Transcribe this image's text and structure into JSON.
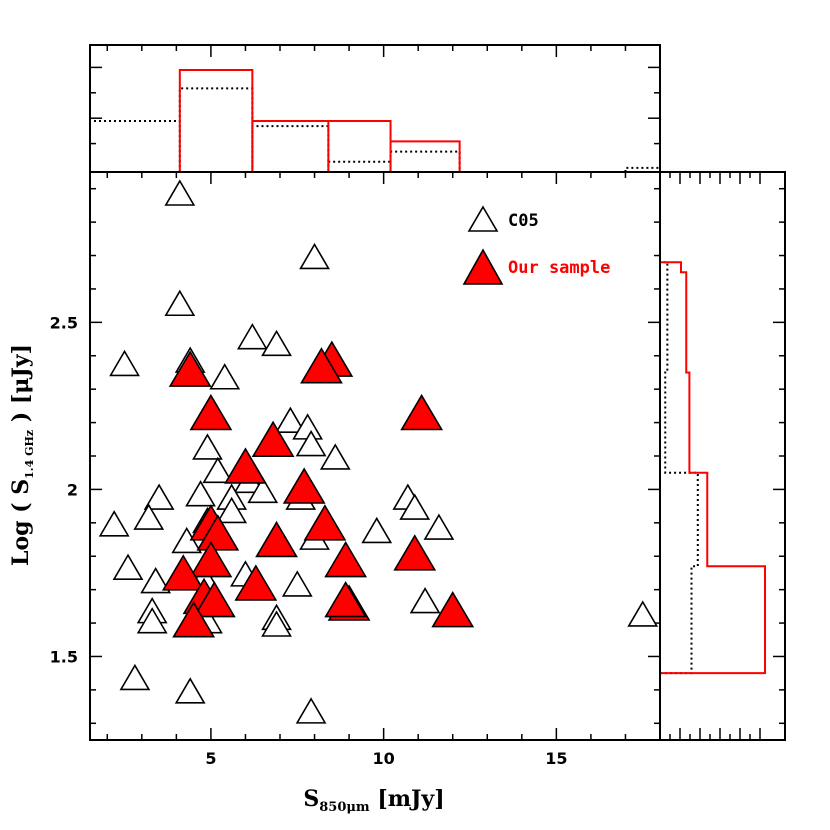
{
  "chart_data": {
    "type": "scatter",
    "xlabel": {
      "main": "S",
      "sub": "850μm",
      "unit": " [mJy]"
    },
    "ylabel": {
      "pre": "Log ( S",
      "sub": "1.4 GHz",
      "post": " ) [μJy]"
    },
    "xlim": [
      1.5,
      18
    ],
    "ylim": [
      1.25,
      2.95
    ],
    "xticks": [
      5,
      10,
      15
    ],
    "yticks": [
      1.5,
      2,
      2.5
    ],
    "legend": {
      "placement": "top-right"
    },
    "series": [
      {
        "name": "C05",
        "color": "#000000",
        "fill": "#ffffff",
        "marker": "open-triangle",
        "points": [
          [
            4.1,
            2.88
          ],
          [
            8.0,
            2.69
          ],
          [
            4.1,
            2.55
          ],
          [
            2.5,
            2.37
          ],
          [
            6.2,
            2.45
          ],
          [
            6.9,
            2.43
          ],
          [
            5.4,
            2.33
          ],
          [
            4.4,
            2.38
          ],
          [
            7.3,
            2.2
          ],
          [
            7.8,
            2.18
          ],
          [
            7.9,
            2.13
          ],
          [
            4.9,
            2.12
          ],
          [
            8.6,
            2.09
          ],
          [
            5.2,
            2.05
          ],
          [
            6.1,
            2.02
          ],
          [
            6.5,
            1.99
          ],
          [
            5.6,
            1.97
          ],
          [
            4.7,
            1.98
          ],
          [
            3.5,
            1.97
          ],
          [
            7.6,
            1.97
          ],
          [
            10.7,
            1.97
          ],
          [
            2.2,
            1.89
          ],
          [
            3.2,
            1.91
          ],
          [
            4.9,
            1.9
          ],
          [
            5.6,
            1.93
          ],
          [
            10.9,
            1.94
          ],
          [
            11.6,
            1.88
          ],
          [
            9.8,
            1.87
          ],
          [
            8.0,
            1.85
          ],
          [
            4.3,
            1.84
          ],
          [
            2.6,
            1.76
          ],
          [
            3.4,
            1.72
          ],
          [
            6.0,
            1.74
          ],
          [
            7.5,
            1.71
          ],
          [
            4.8,
            1.73
          ],
          [
            3.3,
            1.63
          ],
          [
            3.3,
            1.6
          ],
          [
            4.9,
            1.6
          ],
          [
            6.9,
            1.61
          ],
          [
            6.9,
            1.59
          ],
          [
            11.2,
            1.66
          ],
          [
            17.5,
            1.62
          ],
          [
            2.8,
            1.43
          ],
          [
            4.4,
            1.39
          ],
          [
            7.9,
            1.33
          ],
          [
            5.0,
            1.65
          ]
        ]
      },
      {
        "name": "Our sample",
        "color": "#ff0000",
        "fill": "#ff0000",
        "marker": "filled-triangle",
        "points": [
          [
            4.4,
            2.35
          ],
          [
            8.5,
            2.38
          ],
          [
            8.2,
            2.36
          ],
          [
            5.0,
            2.22
          ],
          [
            11.1,
            2.22
          ],
          [
            6.8,
            2.14
          ],
          [
            6.0,
            2.06
          ],
          [
            7.7,
            2.0
          ],
          [
            5.0,
            1.89
          ],
          [
            5.2,
            1.86
          ],
          [
            8.3,
            1.89
          ],
          [
            6.9,
            1.84
          ],
          [
            8.9,
            1.78
          ],
          [
            10.9,
            1.8
          ],
          [
            5.0,
            1.78
          ],
          [
            4.2,
            1.74
          ],
          [
            6.3,
            1.71
          ],
          [
            4.8,
            1.67
          ],
          [
            5.1,
            1.66
          ],
          [
            9.0,
            1.65
          ],
          [
            8.9,
            1.66
          ],
          [
            12.0,
            1.63
          ],
          [
            4.5,
            1.6
          ]
        ]
      }
    ],
    "top_histogram": {
      "xlabel": "S850μm",
      "bin_edges": [
        1.5,
        4.1,
        6.2,
        8.4,
        10.2,
        12.2,
        17.0,
        18.0
      ],
      "red": [
        0,
        1.0,
        0.5,
        0.5,
        0.3,
        0.0,
        0.0
      ],
      "dotted": [
        0.5,
        0.82,
        0.45,
        0.1,
        0.2,
        0.0,
        0.04
      ]
    },
    "right_histogram": {
      "ylabel": "Log S1.4GHz",
      "bin_edges": [
        1.45,
        1.77,
        2.05,
        2.35,
        2.65,
        2.68
      ],
      "red": [
        1.0,
        0.45,
        0.28,
        0.25,
        0.2
      ],
      "dotted": [
        0.3,
        0.36,
        0.05,
        0.07,
        0.07
      ]
    }
  }
}
